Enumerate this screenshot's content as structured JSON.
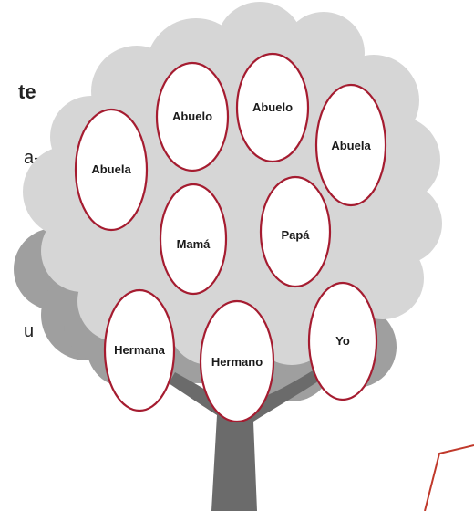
{
  "side_fragments": [
    {
      "text": "te"
    },
    {
      "text": "a-"
    },
    {
      "text": "u"
    }
  ],
  "members": [
    {
      "id": "abuelo-1",
      "label": "Abuelo"
    },
    {
      "id": "abuelo-2",
      "label": "Abuelo"
    },
    {
      "id": "abuela-1",
      "label": "Abuela"
    },
    {
      "id": "abuela-2",
      "label": "Abuela"
    },
    {
      "id": "mama",
      "label": "Mamá"
    },
    {
      "id": "papa",
      "label": "Papá"
    },
    {
      "id": "hermana",
      "label": "Hermana"
    },
    {
      "id": "hermano",
      "label": "Hermano"
    },
    {
      "id": "yo",
      "label": "Yo"
    }
  ],
  "colors": {
    "node_border": "#a51c30",
    "node_fill": "#ffffff",
    "canopy_front": "#d6d6d6",
    "canopy_back": "#9f9f9f",
    "trunk": "#6b6b6b",
    "accent_line": "#c0392b"
  }
}
